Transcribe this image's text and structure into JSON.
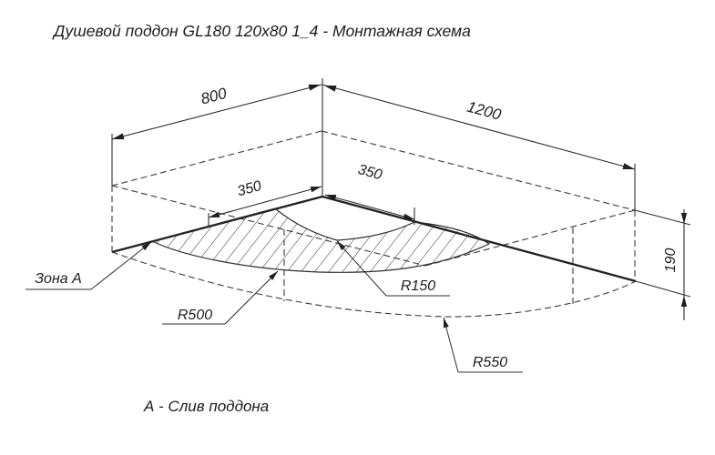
{
  "drawing": {
    "title": "Душевой поддон GL180 120x80 1_4 - Монтажная схема",
    "caption": "А - Слив поддона",
    "zone_label": "Зона А",
    "dims": {
      "d800": "800",
      "d1200": "1200",
      "d350_left": "350",
      "d350_right": "350",
      "d190": "190"
    },
    "radii": {
      "r150": "R150",
      "r500": "R500",
      "r550": "R550"
    },
    "colors": {
      "line": "#2d2d2d",
      "background": "#ffffff"
    }
  }
}
